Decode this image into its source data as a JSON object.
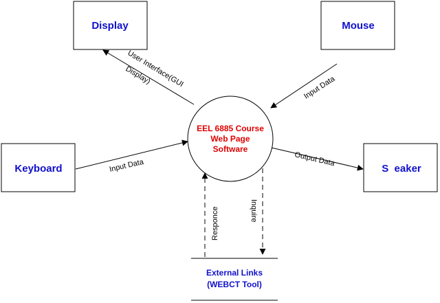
{
  "entities": {
    "display": "Display",
    "mouse": "Mouse",
    "keyboard": "Keyboard",
    "speaker": "S  eaker"
  },
  "process": {
    "line1": "EEL 6885 Course",
    "line2": "Web Page",
    "line3": "Software"
  },
  "data_store": {
    "line1": "External Links",
    "line2": "(WEBCT Tool)"
  },
  "flows": {
    "ui_line1": "User Interface(GUI",
    "ui_line2": "Display)",
    "mouse_input": "Input Data",
    "keyboard_input": "Input Data",
    "output": "Output Data",
    "inquire": "Inquire",
    "response": "Responce"
  },
  "colors": {
    "entity_text": "#1010cc",
    "process_text": "#e00000",
    "line": "#000000"
  }
}
